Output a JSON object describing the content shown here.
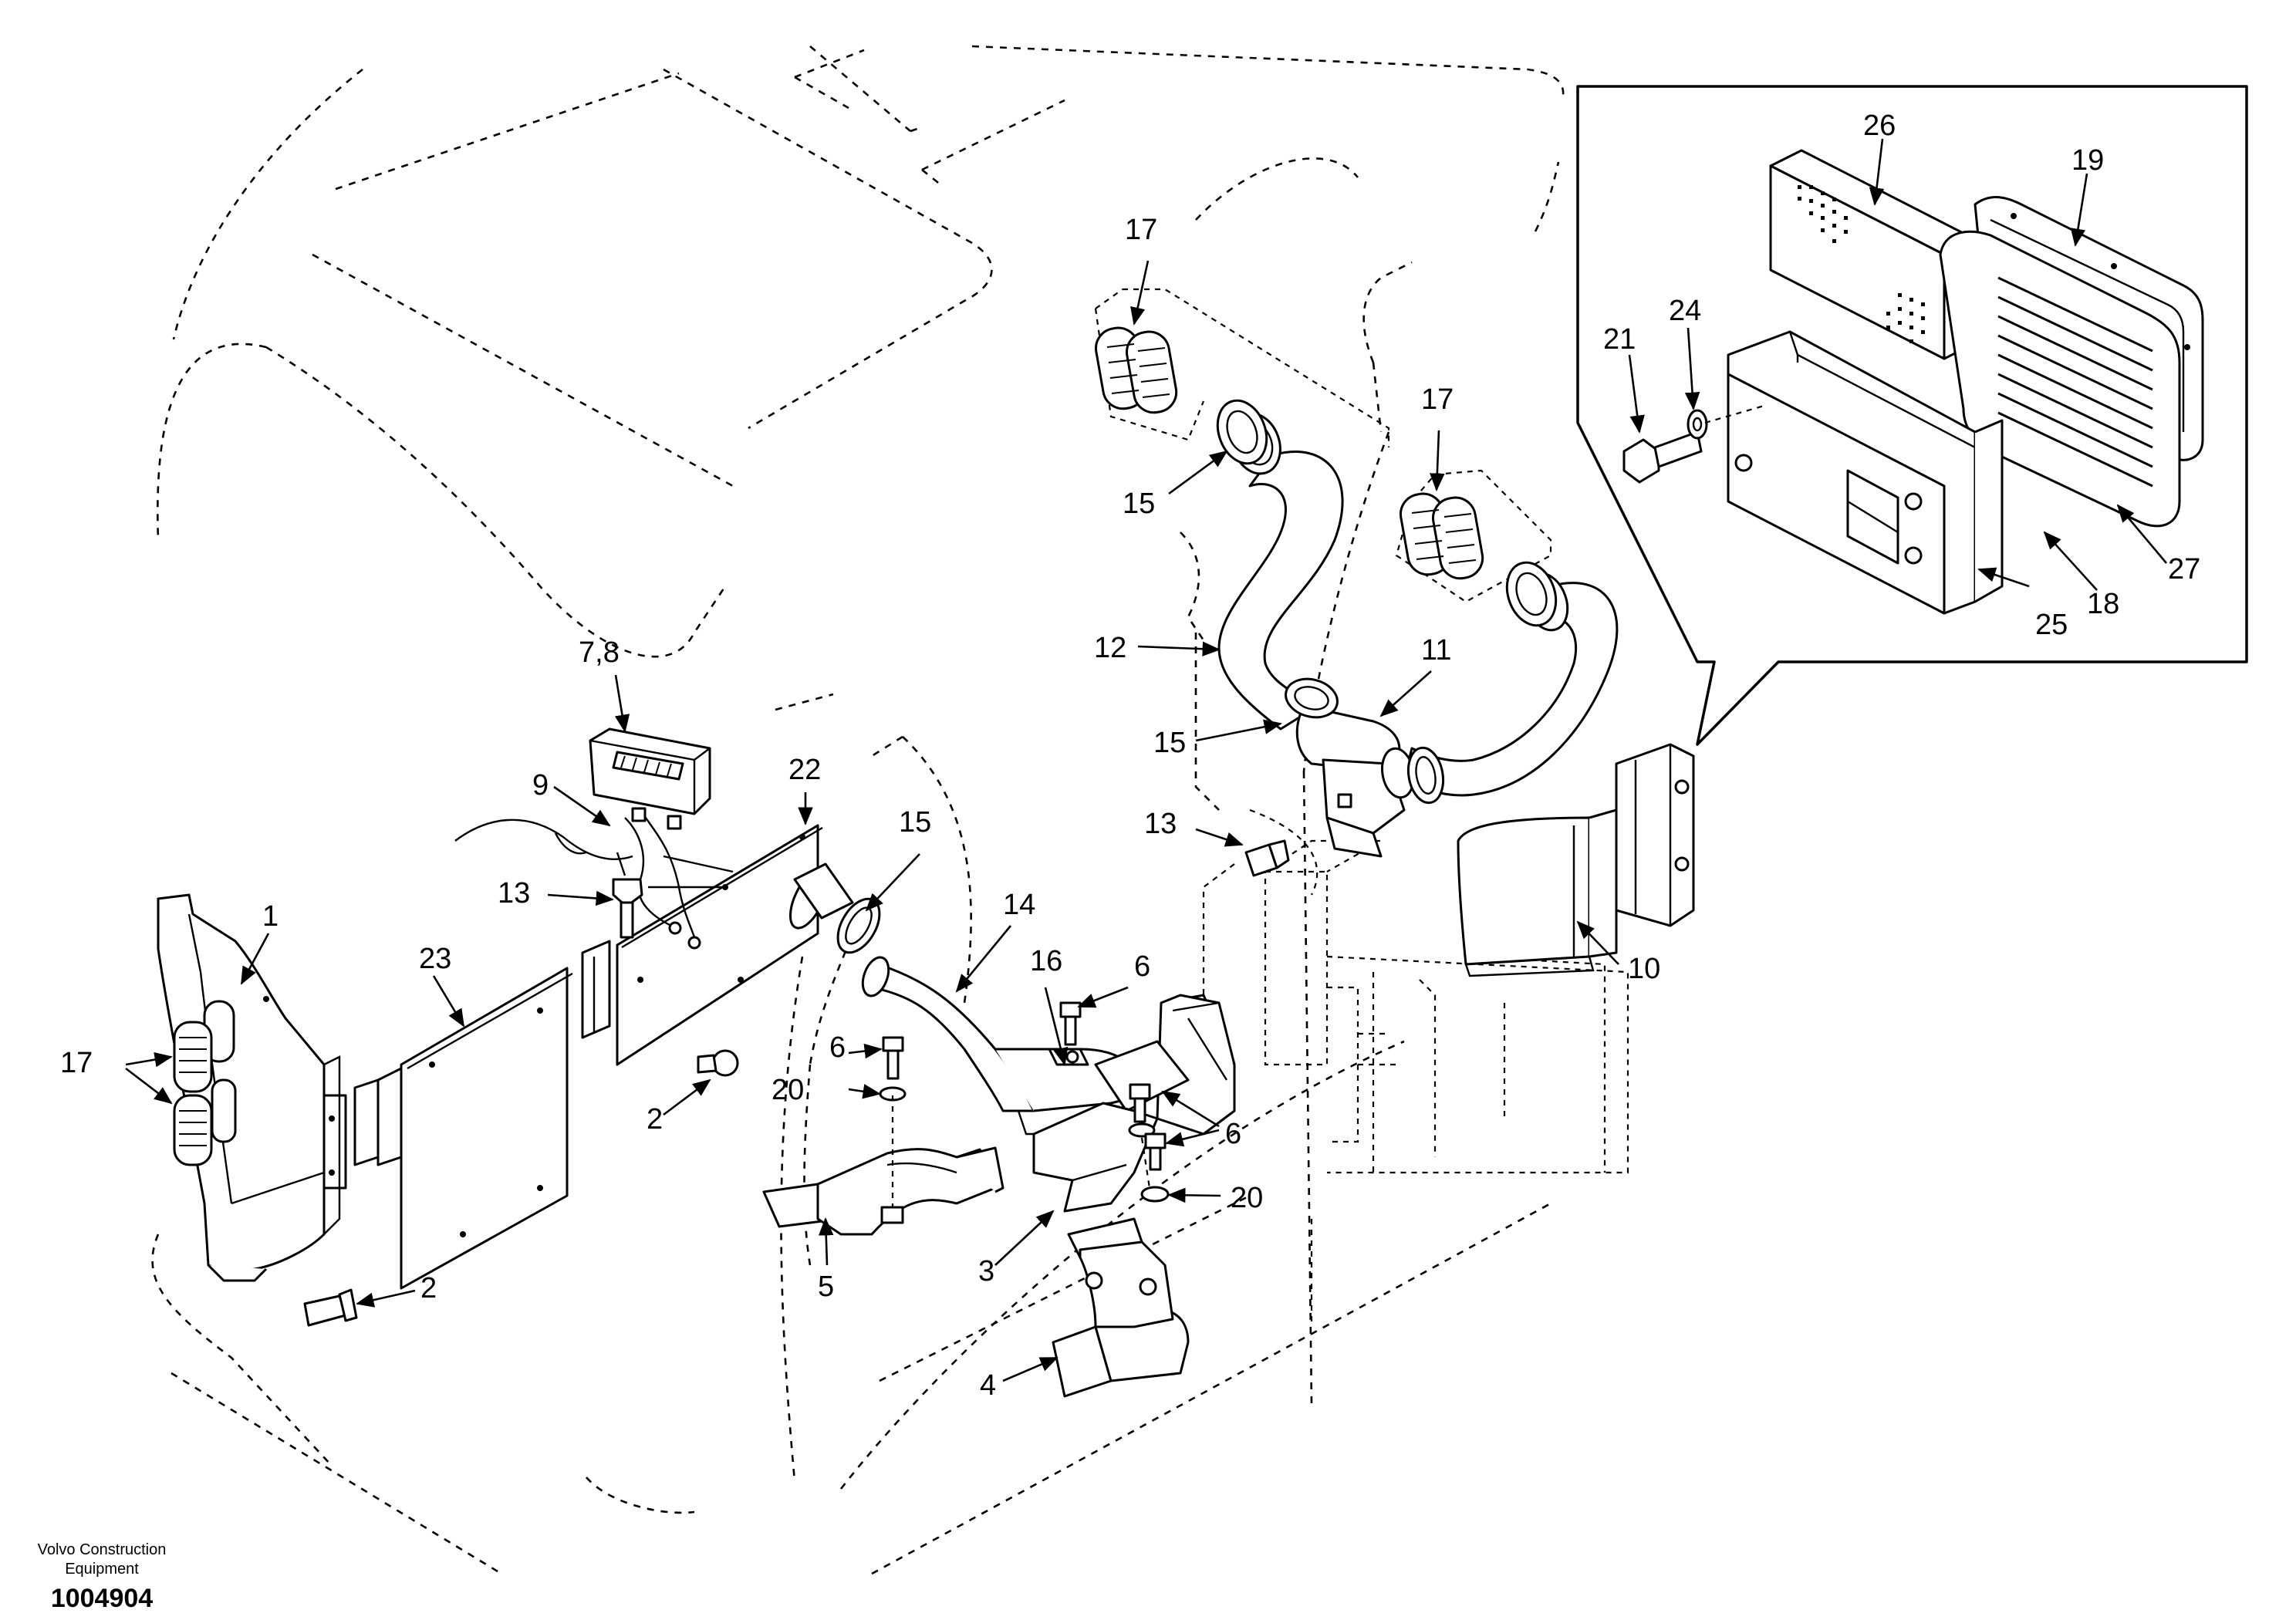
{
  "footer": {
    "company_line1": "Volvo Construction",
    "company_line2": "Equipment",
    "drawing_number": "1004904"
  },
  "callouts": [
    {
      "id": "c1",
      "label": "1"
    },
    {
      "id": "c2a",
      "label": "2"
    },
    {
      "id": "c2b",
      "label": "2"
    },
    {
      "id": "c3",
      "label": "3"
    },
    {
      "id": "c4",
      "label": "4"
    },
    {
      "id": "c5",
      "label": "5"
    },
    {
      "id": "c6a",
      "label": "6"
    },
    {
      "id": "c6b",
      "label": "6"
    },
    {
      "id": "c6c",
      "label": "6"
    },
    {
      "id": "c78",
      "label": "7,8"
    },
    {
      "id": "c9",
      "label": "9"
    },
    {
      "id": "c10",
      "label": "10"
    },
    {
      "id": "c11",
      "label": "11"
    },
    {
      "id": "c12",
      "label": "12"
    },
    {
      "id": "c13a",
      "label": "13"
    },
    {
      "id": "c13b",
      "label": "13"
    },
    {
      "id": "c14",
      "label": "14"
    },
    {
      "id": "c15a",
      "label": "15"
    },
    {
      "id": "c15b",
      "label": "15"
    },
    {
      "id": "c15c",
      "label": "15"
    },
    {
      "id": "c16",
      "label": "16"
    },
    {
      "id": "c17a",
      "label": "17"
    },
    {
      "id": "c17b",
      "label": "17"
    },
    {
      "id": "c17c",
      "label": "17"
    },
    {
      "id": "c18",
      "label": "18"
    },
    {
      "id": "c19",
      "label": "19"
    },
    {
      "id": "c20a",
      "label": "20"
    },
    {
      "id": "c20b",
      "label": "20"
    },
    {
      "id": "c21",
      "label": "21"
    },
    {
      "id": "c22",
      "label": "22"
    },
    {
      "id": "c23",
      "label": "23"
    },
    {
      "id": "c24",
      "label": "24"
    },
    {
      "id": "c25",
      "label": "25"
    },
    {
      "id": "c26",
      "label": "26"
    },
    {
      "id": "c27",
      "label": "27"
    }
  ]
}
